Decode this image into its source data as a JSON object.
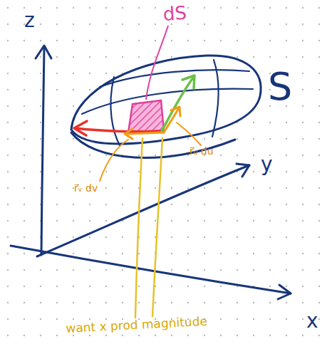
{
  "diagram": {
    "labels": [
      "z",
      "dS",
      "S",
      "y",
      "r⃗ᵤ du",
      "r⃗ᵥ dv",
      "x",
      "want x prod magnitude"
    ]
  }
}
